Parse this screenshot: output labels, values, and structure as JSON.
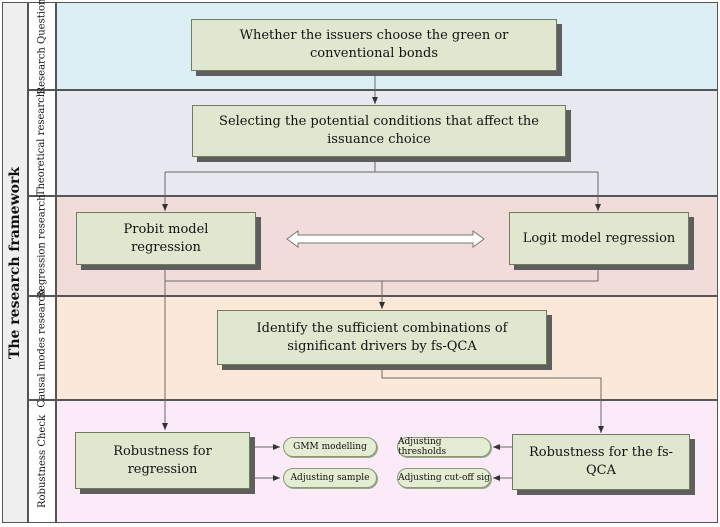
{
  "framework_title": "The research framework",
  "bands": [
    {
      "label": "Research Question",
      "color": "#dceff5"
    },
    {
      "label": "Theoretical research",
      "color": "#e8e8f0"
    },
    {
      "label": "Regression research",
      "color": "#f2dcda"
    },
    {
      "label": "Causal modes research",
      "color": "#fbe8d8"
    },
    {
      "label": "Robustness Check",
      "color": "#fbeaf8"
    }
  ],
  "nodes": {
    "question": "Whether the issuers choose the green or conventional bonds",
    "conditions": "Selecting the potential conditions that affect the issuance choice",
    "probit": "Probit model regression",
    "logit": "Logit model regression",
    "fsqca": "Identify the sufficient combinations of significant drivers by fs-QCA",
    "robust_reg": "Robustness for regression",
    "robust_fsqca": "Robustness for the fs-QCA"
  },
  "checks": {
    "gmm": "GMM modelling",
    "adj_sample": "Adjusting sample",
    "adj_thresholds": "Adjusting thresholds",
    "adj_cutoff": "Adjusting cut-off sig"
  }
}
